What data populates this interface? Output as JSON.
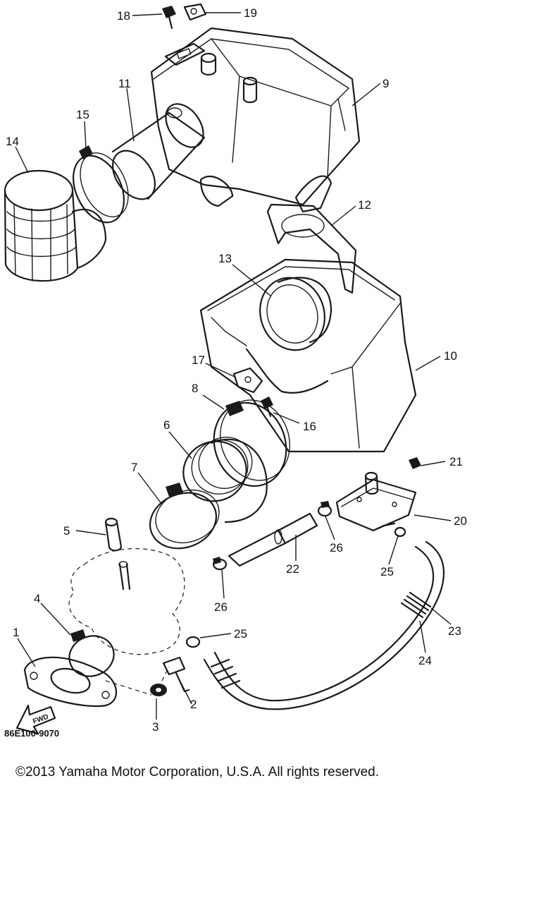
{
  "diagram": {
    "callouts": {
      "c1": "1",
      "c2": "2",
      "c3": "3",
      "c4": "4",
      "c5": "5",
      "c6": "6",
      "c7": "7",
      "c8": "8",
      "c9": "9",
      "c10": "10",
      "c11": "11",
      "c12": "12",
      "c13": "13",
      "c14": "14",
      "c15": "15",
      "c16": "16",
      "c17": "17",
      "c18": "18",
      "c19": "19",
      "c20": "20",
      "c21": "21",
      "c22": "22",
      "c23": "23",
      "c24": "24",
      "c25a": "25",
      "c25b": "25",
      "c26a": "26",
      "c26b": "26"
    },
    "fwd_label": "FWD",
    "drawing_code": "86E100-9070"
  },
  "footer": {
    "copyright": "©2013 Yamaha Motor Corporation, U.S.A. All rights reserved."
  }
}
